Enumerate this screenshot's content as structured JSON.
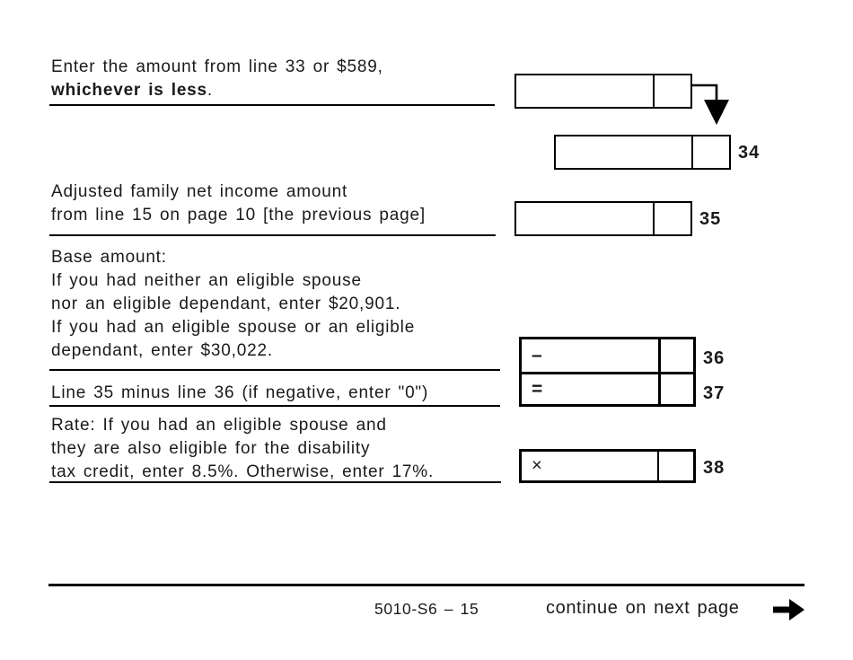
{
  "texts": {
    "s1_line1": "Enter the amount from line 33 or $589,",
    "s1_bold": "whichever is less",
    "s1_period": ".",
    "s2_line1": "Adjusted family net income amount",
    "s2_line2": "from line 15 on page 10 [the previous page]",
    "s3_line1": "Base amount:",
    "s3_line2": "If you had neither an eligible spouse",
    "s3_line3": "nor an eligible dependant, enter $20,901.",
    "s3_line4": "If you had an eligible spouse or an eligible",
    "s3_line5": "dependant, enter $30,022.",
    "s4_line1": "Line 35 minus line 36 (if negative, enter \"0\")",
    "s5_line1": "Rate: If you had an eligible spouse and",
    "s5_line2": "they are also eligible for the disability",
    "s5_line3": "tax credit, enter 8.5%. Otherwise, enter 17%."
  },
  "boxes": {
    "box_top": {
      "label": "",
      "operator": ""
    },
    "box34": {
      "label": "34",
      "operator": ""
    },
    "box35": {
      "label": "35",
      "operator": ""
    },
    "box36": {
      "label": "36",
      "operator": "–"
    },
    "box37": {
      "label": "37",
      "operator": "="
    },
    "box38": {
      "label": "38",
      "operator": "×"
    }
  },
  "footer": {
    "form_code": "5010-S6 – 15",
    "continue_label": "continue on next page"
  },
  "colors": {
    "ink": "#1a1a1a",
    "border": "#000000",
    "background": "#ffffff"
  }
}
